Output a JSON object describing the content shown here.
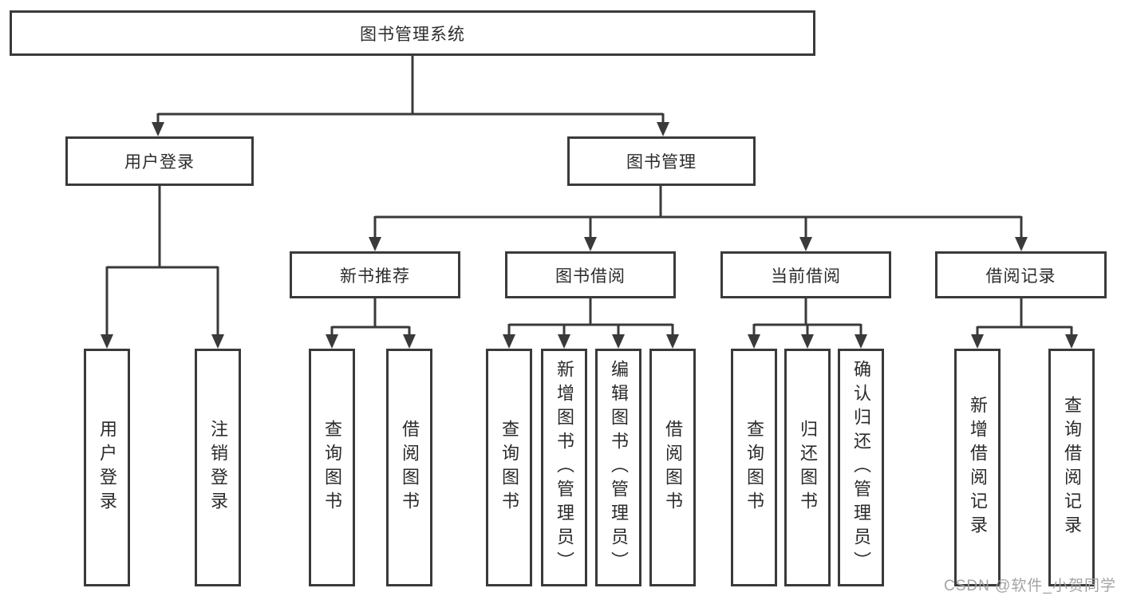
{
  "diagram_title": "图书管理系统",
  "tree": {
    "label": "图书管理系统",
    "children": [
      {
        "label": "用户登录",
        "children": [
          {
            "label": "用户登录"
          },
          {
            "label": "注销登录"
          }
        ]
      },
      {
        "label": "图书管理",
        "children": [
          {
            "label": "新书推荐",
            "children": [
              {
                "label": "查询图书"
              },
              {
                "label": "借阅图书"
              }
            ]
          },
          {
            "label": "图书借阅",
            "children": [
              {
                "label": "查询图书"
              },
              {
                "label": "新增图书（管理员）"
              },
              {
                "label": "编辑图书（管理员）"
              },
              {
                "label": "借阅图书"
              }
            ]
          },
          {
            "label": "当前借阅",
            "children": [
              {
                "label": "查询图书"
              },
              {
                "label": "归还图书"
              },
              {
                "label": "确认归还（管理员）"
              }
            ]
          },
          {
            "label": "借阅记录",
            "children": [
              {
                "label": "新增借阅记录"
              },
              {
                "label": "查询借阅记录"
              }
            ]
          }
        ]
      }
    ]
  },
  "watermark": "CSDN @软件_小贺同学",
  "colors": {
    "line": "#3a3a3a",
    "box_border": "#3a3a3a",
    "text": "#2b2b2b",
    "watermark": "#9e9e9e",
    "background": "#ffffff"
  }
}
